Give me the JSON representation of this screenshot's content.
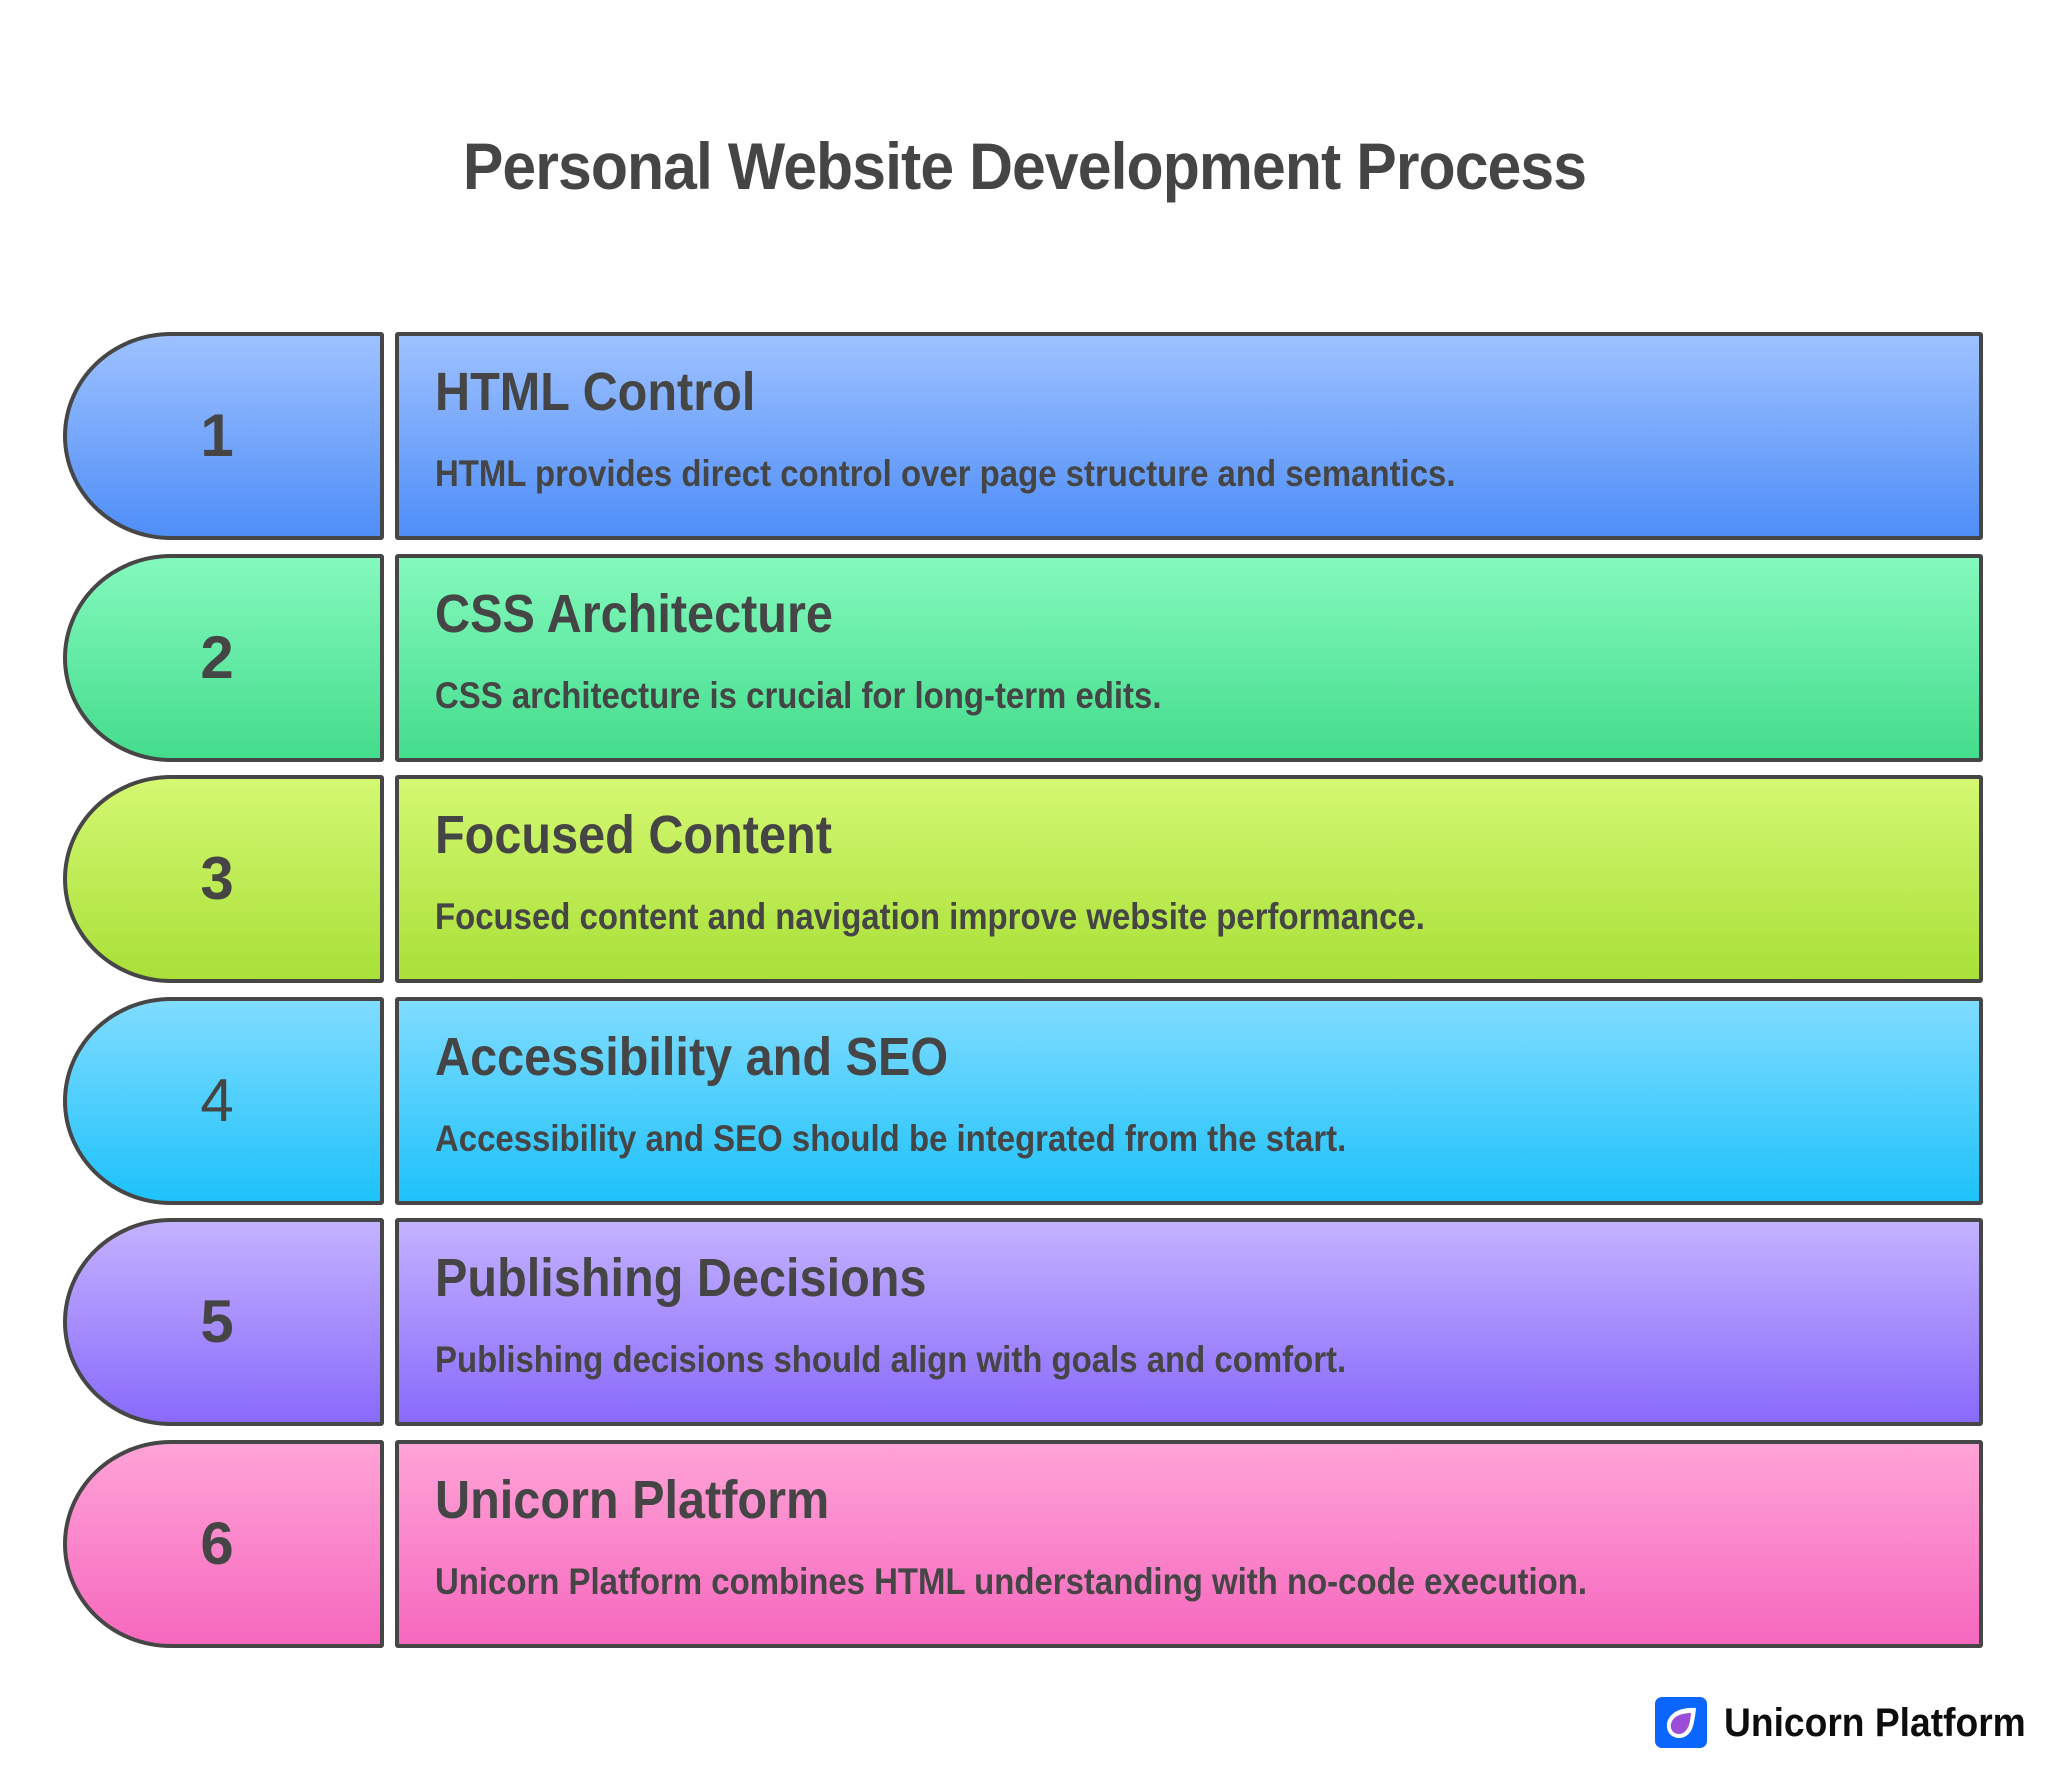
{
  "title": "Personal Website Development Process",
  "colors": {
    "text": "#454545",
    "border": "#464646",
    "logo_blue": "#0a66ff",
    "logo_purple": "#9b4dd8"
  },
  "steps": [
    {
      "number": "1",
      "title": "HTML Control",
      "description": "HTML provides direct control over page structure and semantics.",
      "color_top": "#9dc1ff",
      "color_bottom": "#4f8ef8"
    },
    {
      "number": "2",
      "title": "CSS Architecture",
      "description": "CSS architecture is crucial for long-term edits.",
      "color_top": "#84f9bd",
      "color_bottom": "#44dc8d"
    },
    {
      "number": "3",
      "title": "Focused Content",
      "description": "Focused content and navigation improve website performance.",
      "color_top": "#d4f872",
      "color_bottom": "#a9e038"
    },
    {
      "number": "4",
      "title": "Accessibility and SEO",
      "description": "Accessibility and SEO should be integrated from the start.",
      "color_top": "#80dcff",
      "color_bottom": "#1ec2fb"
    },
    {
      "number": "5",
      "title": "Publishing Decisions",
      "description": "Publishing decisions should align with goals and comfort.",
      "color_top": "#c3b2ff",
      "color_bottom": "#896afb"
    },
    {
      "number": "6",
      "title": "Unicorn Platform",
      "description": "Unicorn Platform combines HTML understanding with no-code execution.",
      "color_top": "#ffa3d7",
      "color_bottom": "#f668be"
    }
  ],
  "branding": {
    "logo_icon": "unicorn-droplet-icon",
    "name": "Unicorn Platform"
  }
}
